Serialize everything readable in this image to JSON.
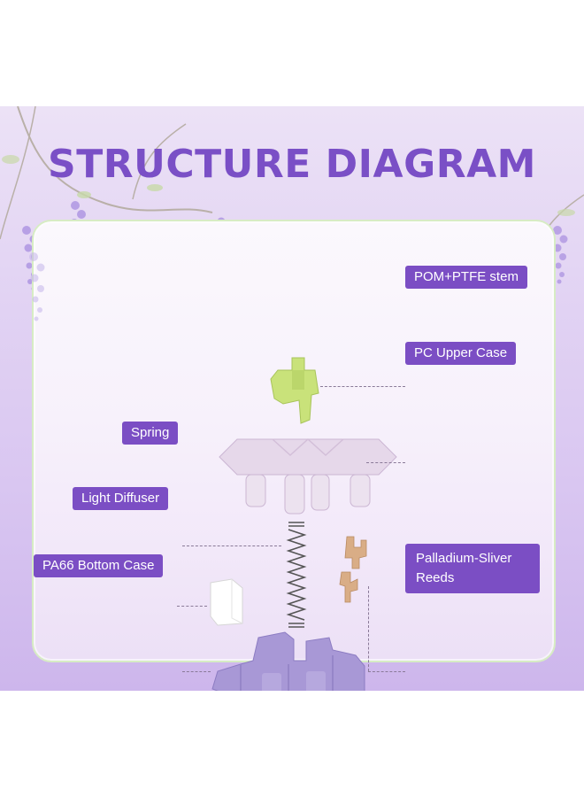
{
  "title": "STRUCTURE DIAGRAM",
  "labels": {
    "stem": "POM+PTFE stem",
    "upper_case": "PC Upper Case",
    "spring": "Spring",
    "light_diffuser": "Light Diffuser",
    "bottom_case": "PA66 Bottom Case",
    "reeds": "Palladium-Sliver Reeds"
  },
  "colors": {
    "title": "#7a4fc6",
    "label_bg": "#7b4ec4",
    "stem": "#c9e27a",
    "upper_case": "#e6d8ea",
    "bottom_case": "#a898d6",
    "reeds": "#d9ad86"
  }
}
